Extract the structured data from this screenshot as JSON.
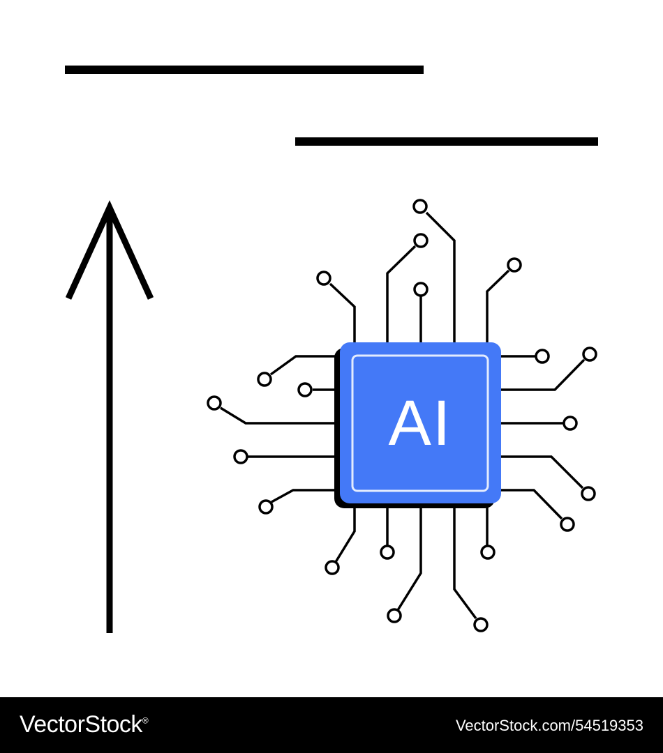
{
  "illustration": {
    "chip_label": "AI",
    "chip_color": "#4479F7",
    "line_color": "#000000",
    "icons": [
      "up-arrow-icon",
      "cpu-chip-icon"
    ]
  },
  "footer": {
    "brand": "VectorStock",
    "brand_mark": "®",
    "image_id": "VectorStock.com/54519353"
  }
}
